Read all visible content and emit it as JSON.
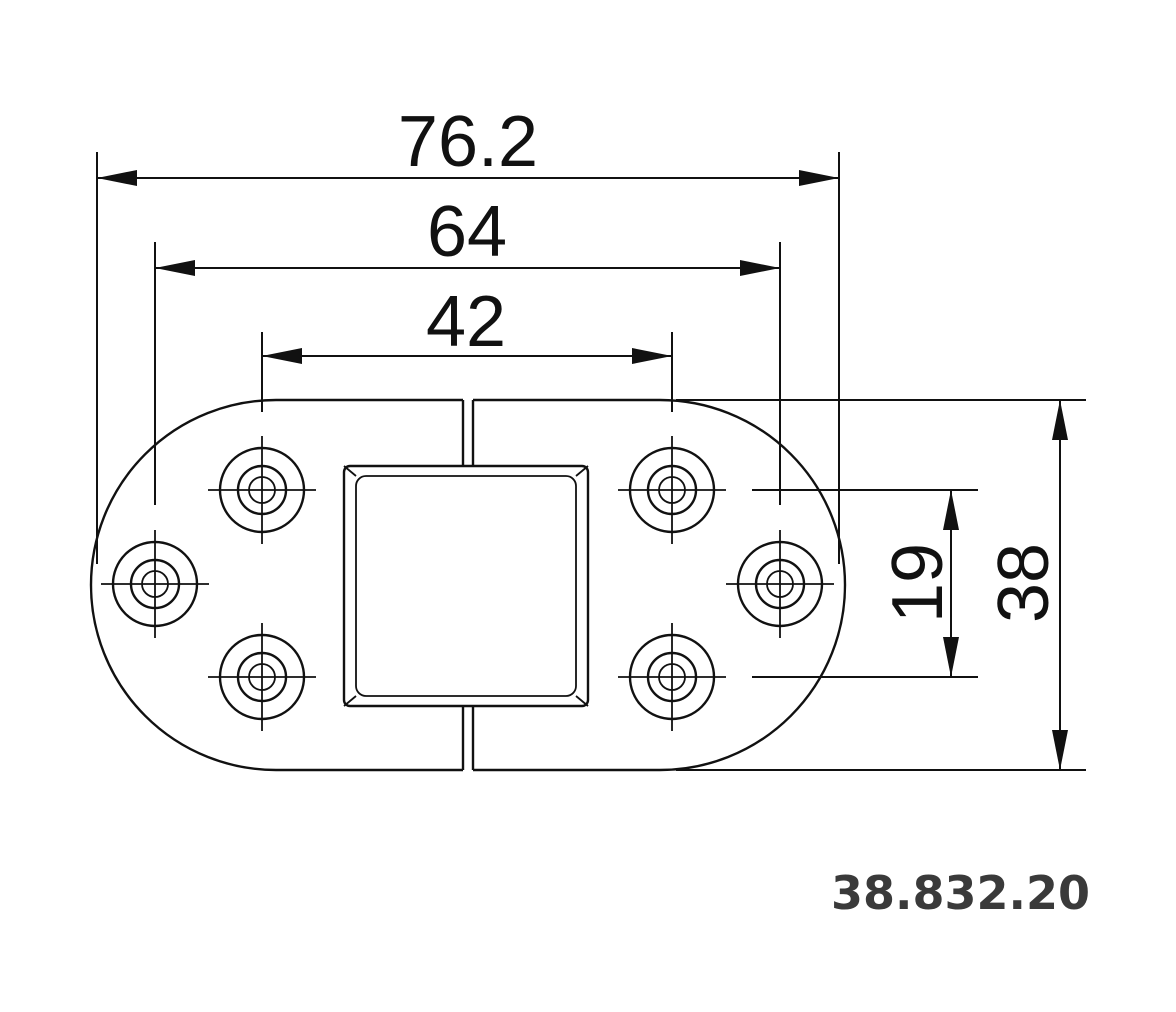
{
  "dimensions": {
    "overall_width": "76.2",
    "mounting_outer": "64",
    "mounting_inner": "42",
    "inner_height": "19",
    "overall_height": "38"
  },
  "part_number": "38.832.20"
}
